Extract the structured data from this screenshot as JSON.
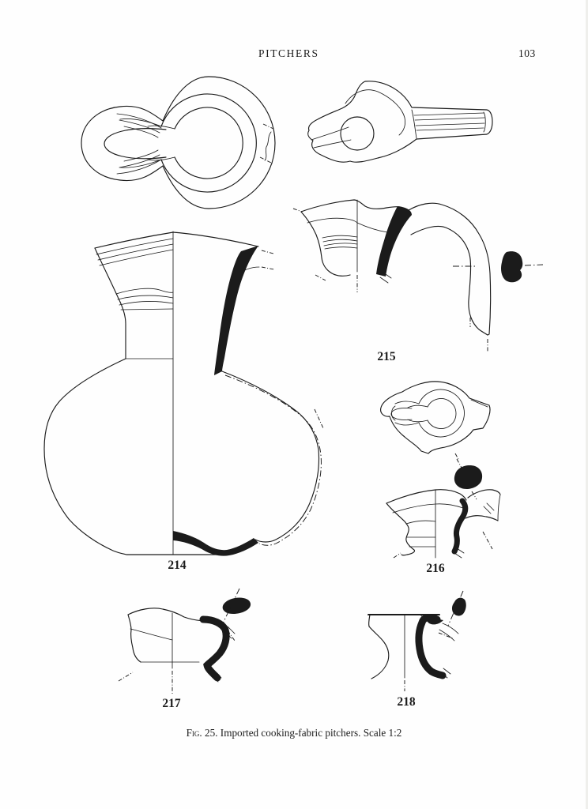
{
  "header": {
    "title": "PITCHERS",
    "page_number": "103"
  },
  "caption": {
    "fig_label": "Fig. 25.",
    "text": " Imported cooking-fabric pitchers. Scale 1:2"
  },
  "figures": [
    {
      "label": "214"
    },
    {
      "label": "215"
    },
    {
      "label": "216"
    },
    {
      "label": "217"
    },
    {
      "label": "218"
    }
  ],
  "colors": {
    "ink": "#1b1b1b",
    "paper": "#fefefe"
  }
}
